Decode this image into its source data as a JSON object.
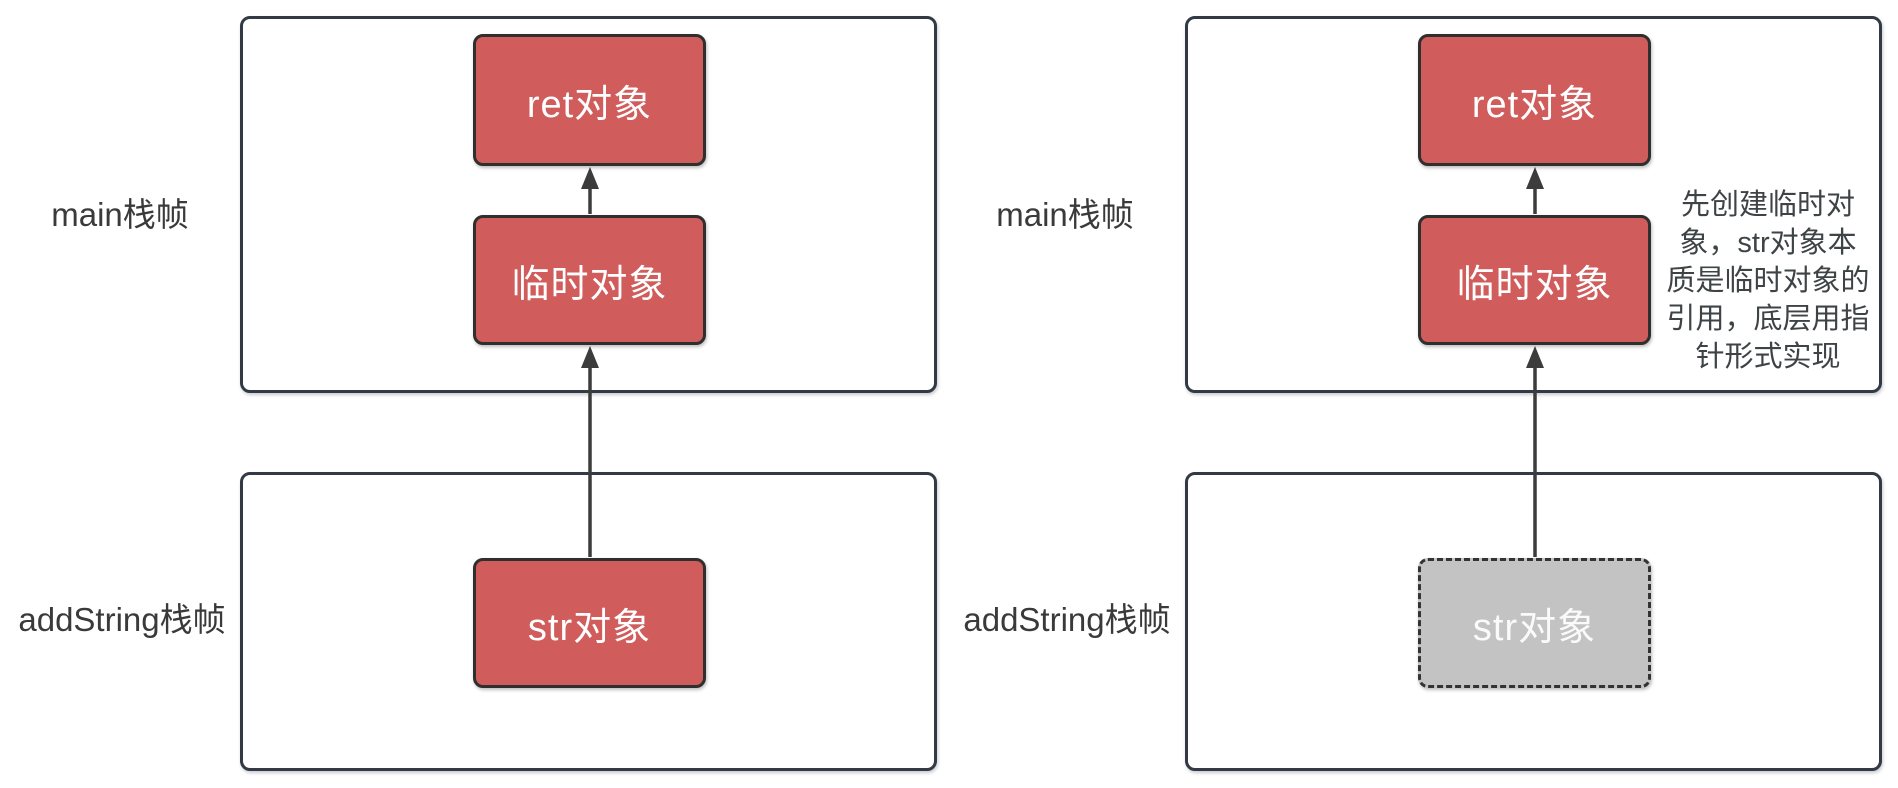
{
  "colors": {
    "box_red_fill": "#d15c5c",
    "box_red_border": "#2f2f2f",
    "box_gray_fill": "#c3c3c3",
    "box_gray_border": "#333333",
    "frame_border": "#333a45",
    "label_text": "#3a3a3a",
    "box_text": "#ffffff",
    "arrow": "#3c3c3c"
  },
  "left_diagram": {
    "main_frame_label": "main栈帧",
    "add_string_frame_label": "addString栈帧",
    "ret_box": "ret对象",
    "temp_box": "临时对象",
    "str_box": "str对象"
  },
  "right_diagram": {
    "main_frame_label": "main栈帧",
    "add_string_frame_label": "addString栈帧",
    "ret_box": "ret对象",
    "temp_box": "临时对象",
    "str_box": "str对象",
    "annotation_full": "先创建临时对象，str对象本质是临时对象的引用，底层用指针形式实现",
    "annotation_lines": [
      "先创建临时对",
      "象，str对象本",
      "质是临时对象的",
      "引用，底层用指",
      "针形式实现"
    ]
  }
}
